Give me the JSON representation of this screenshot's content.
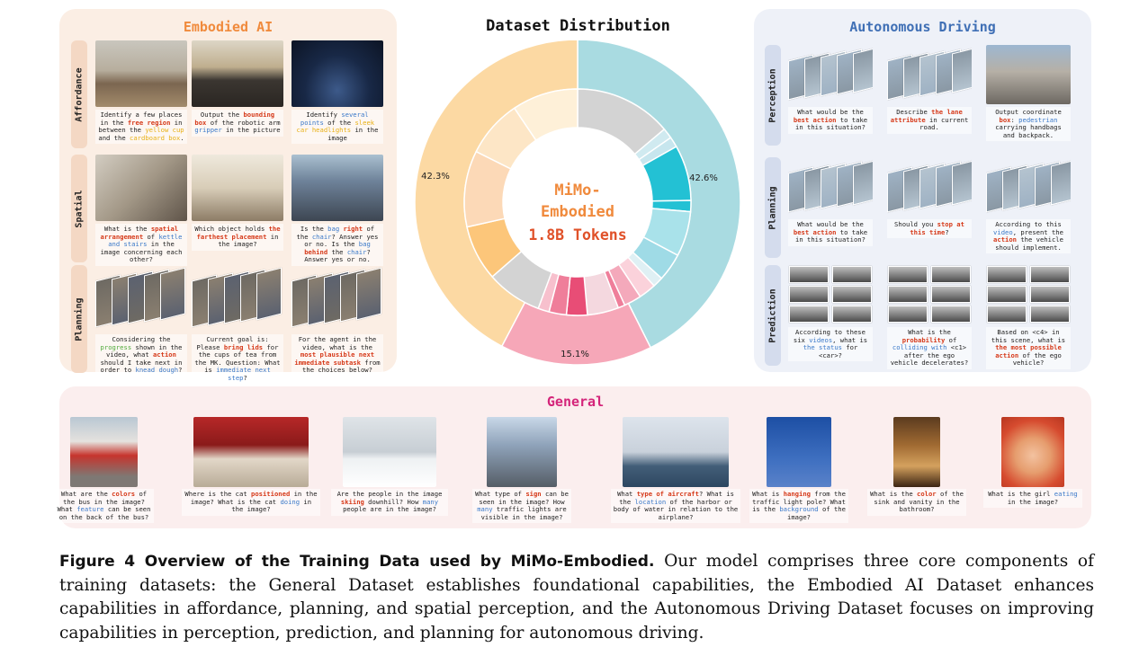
{
  "embodied": {
    "title": "Embodied AI",
    "rows": [
      {
        "label": "Affordance",
        "items": [
          {
            "thumb": "kitchen-table-photo",
            "caption": [
              {
                "t": "Identify a few places in the "
              },
              {
                "t": "free region",
                "c": "red"
              },
              {
                "t": " in between the "
              },
              {
                "t": "yellow cup",
                "c": "yel"
              },
              {
                "t": " and the "
              },
              {
                "t": "cardboard box",
                "c": "yel"
              },
              {
                "t": "."
              }
            ]
          },
          {
            "thumb": "stove-robot-photo",
            "caption": [
              {
                "t": "Output the "
              },
              {
                "t": "bounding box",
                "c": "red"
              },
              {
                "t": " of the robotic arm "
              },
              {
                "t": "gripper",
                "c": "blue"
              },
              {
                "t": " in the picture"
              }
            ]
          },
          {
            "thumb": "car-photo",
            "caption": [
              {
                "t": "Identify "
              },
              {
                "t": "several points",
                "c": "blue"
              },
              {
                "t": " of the "
              },
              {
                "t": "sleek car headlights",
                "c": "yel"
              },
              {
                "t": " in the image"
              }
            ]
          }
        ]
      },
      {
        "label": "Spatial",
        "items": [
          {
            "thumb": "room-kettle-photo",
            "caption": [
              {
                "t": "What is the "
              },
              {
                "t": "spatial arrangement",
                "c": "red"
              },
              {
                "t": " of "
              },
              {
                "t": "kettle and stairs",
                "c": "blue"
              },
              {
                "t": " in the image concerning each other?"
              }
            ]
          },
          {
            "thumb": "bedroom-photo",
            "caption": [
              {
                "t": "Which object holds "
              },
              {
                "t": "the farthest placement",
                "c": "red"
              },
              {
                "t": " in the image?"
              }
            ]
          },
          {
            "thumb": "office-photo",
            "caption": [
              {
                "t": "Is the "
              },
              {
                "t": "bag",
                "c": "blue"
              },
              {
                "t": " "
              },
              {
                "t": "right",
                "c": "red"
              },
              {
                "t": " of the "
              },
              {
                "t": "chair",
                "c": "blue"
              },
              {
                "t": "? Answer yes or no. Is the "
              },
              {
                "t": "bag",
                "c": "blue"
              },
              {
                "t": " "
              },
              {
                "t": "behind",
                "c": "red"
              },
              {
                "t": " the "
              },
              {
                "t": "chair",
                "c": "blue"
              },
              {
                "t": "? Answer yes or no."
              }
            ]
          }
        ]
      },
      {
        "label": "Planning",
        "items": [
          {
            "thumb": "video-frames",
            "caption": [
              {
                "t": "Considering the "
              },
              {
                "t": "progress",
                "c": "grn"
              },
              {
                "t": " shown in the video, what "
              },
              {
                "t": "action",
                "c": "red"
              },
              {
                "t": " should I take next in order to "
              },
              {
                "t": "knead dough",
                "c": "blue"
              },
              {
                "t": "?"
              }
            ]
          },
          {
            "thumb": "video-frames",
            "caption": [
              {
                "t": "Current goal is: Please "
              },
              {
                "t": "bring lids",
                "c": "red"
              },
              {
                "t": " for the cups of tea from the MK. Question: What is "
              },
              {
                "t": "immediate next step",
                "c": "blue"
              },
              {
                "t": "?"
              }
            ]
          },
          {
            "thumb": "video-frames",
            "caption": [
              {
                "t": "For the agent in the video, what is the "
              },
              {
                "t": "most plausible next immediate subtask",
                "c": "red"
              },
              {
                "t": " from the choices below?"
              }
            ]
          }
        ]
      }
    ]
  },
  "driving": {
    "title": "Autonomous Driving",
    "rows": [
      {
        "label": "Perception",
        "items": [
          {
            "thumb": "road-frames",
            "caption": [
              {
                "t": "What would be the "
              },
              {
                "t": "best action",
                "c": "red"
              },
              {
                "t": " to take in this situation?"
              }
            ]
          },
          {
            "thumb": "road-frames",
            "caption": [
              {
                "t": "Describe "
              },
              {
                "t": "the lane attribute",
                "c": "red"
              },
              {
                "t": " in current road."
              }
            ]
          },
          {
            "thumb": "city-street-photo",
            "caption": [
              {
                "t": "Output coordinate "
              },
              {
                "t": "box",
                "c": "red"
              },
              {
                "t": ": "
              },
              {
                "t": "pedestrian",
                "c": "blue"
              },
              {
                "t": " carrying handbags and backpack."
              }
            ]
          }
        ]
      },
      {
        "label": "Planning",
        "items": [
          {
            "thumb": "road-frames",
            "caption": [
              {
                "t": "What would be the "
              },
              {
                "t": "best action",
                "c": "red"
              },
              {
                "t": " to take in this situation?"
              }
            ]
          },
          {
            "thumb": "road-frames",
            "caption": [
              {
                "t": "Should you "
              },
              {
                "t": "stop at this time",
                "c": "red"
              },
              {
                "t": "?"
              }
            ]
          },
          {
            "thumb": "road-frames",
            "caption": [
              {
                "t": "According to this "
              },
              {
                "t": "video",
                "c": "blue"
              },
              {
                "t": ", present the "
              },
              {
                "t": "action",
                "c": "red"
              },
              {
                "t": " the vehicle should implement."
              }
            ]
          }
        ]
      },
      {
        "label": "Prediction",
        "items": [
          {
            "thumb": "six-grid",
            "caption": [
              {
                "t": "According to these six "
              },
              {
                "t": "videos",
                "c": "blue"
              },
              {
                "t": ", what is "
              },
              {
                "t": "the status",
                "c": "blue"
              },
              {
                "t": " for <car>?"
              }
            ]
          },
          {
            "thumb": "six-grid",
            "caption": [
              {
                "t": "What is the "
              },
              {
                "t": "probability",
                "c": "red"
              },
              {
                "t": " of "
              },
              {
                "t": "colliding with",
                "c": "blue"
              },
              {
                "t": " <c1> after the ego vehicle decelerates?"
              }
            ]
          },
          {
            "thumb": "six-grid",
            "caption": [
              {
                "t": "Based on <c4> in this scene, what is "
              },
              {
                "t": "the most possible action",
                "c": "red"
              },
              {
                "t": " of the ego vehicle?"
              }
            ]
          }
        ]
      }
    ]
  },
  "general": {
    "title": "General",
    "items": [
      {
        "thumb": "bus-photo",
        "caption": [
          {
            "t": "What are the "
          },
          {
            "t": "colors",
            "c": "red"
          },
          {
            "t": " of the bus in the image? What "
          },
          {
            "t": "feature",
            "c": "blue"
          },
          {
            "t": " can be seen on the back of the bus?"
          }
        ]
      },
      {
        "thumb": "cat-room-photo",
        "caption": [
          {
            "t": "Where is the cat "
          },
          {
            "t": "positioned",
            "c": "red"
          },
          {
            "t": " in the image? What is the cat "
          },
          {
            "t": "doing",
            "c": "blue"
          },
          {
            "t": " in the image?"
          }
        ]
      },
      {
        "thumb": "skiing-photo",
        "caption": [
          {
            "t": "Are the people in the image "
          },
          {
            "t": "skiing",
            "c": "red"
          },
          {
            "t": " downhill? How "
          },
          {
            "t": "many",
            "c": "blue"
          },
          {
            "t": " people are in the image?"
          }
        ]
      },
      {
        "thumb": "traffic-photo",
        "caption": [
          {
            "t": "What type of "
          },
          {
            "t": "sign",
            "c": "red"
          },
          {
            "t": " can be seen in the image? How "
          },
          {
            "t": "many",
            "c": "blue"
          },
          {
            "t": " traffic lights are visible in the image?"
          }
        ]
      },
      {
        "thumb": "airplane-photo",
        "caption": [
          {
            "t": "What "
          },
          {
            "t": "type of aircraft",
            "c": "red"
          },
          {
            "t": "? What is the "
          },
          {
            "t": "location",
            "c": "blue"
          },
          {
            "t": " of the harbor or body of water in relation to the airplane?"
          }
        ]
      },
      {
        "thumb": "street-sign-photo",
        "caption": [
          {
            "t": "What is "
          },
          {
            "t": "hanging",
            "c": "red"
          },
          {
            "t": " from the traffic light pole? What is the "
          },
          {
            "t": "background",
            "c": "blue"
          },
          {
            "t": " of the image?"
          }
        ]
      },
      {
        "thumb": "bathroom-photo",
        "caption": [
          {
            "t": "What is the "
          },
          {
            "t": "color",
            "c": "red"
          },
          {
            "t": " of the sink and vanity in the bathroom?"
          }
        ]
      },
      {
        "thumb": "girl-photo",
        "caption": [
          {
            "t": "What is the girl "
          },
          {
            "t": "eating",
            "c": "blue"
          },
          {
            "t": " in the image?"
          }
        ]
      }
    ]
  },
  "chart_data": {
    "type": "pie",
    "title": "Dataset Distribution",
    "center_label": [
      "MiMo-",
      "Embodied",
      "1.8B Tokens"
    ],
    "outer_ring": [
      {
        "name": "Autonomous Driving",
        "label": "42.6%",
        "value": 42.6,
        "color": "#a9dbe1"
      },
      {
        "name": "General",
        "label": "15.1%",
        "value": 15.1,
        "color": "#f6a7b8"
      },
      {
        "name": "Embodied AI",
        "label": "42.3%",
        "value": 42.3,
        "color": "#fcd9a3"
      }
    ],
    "inner_ring": [
      {
        "value": 14.0,
        "color": "#d3d3d3"
      },
      {
        "value": 1.5,
        "color": "#d0eaf0"
      },
      {
        "value": 1.5,
        "color": "#c7e6ee"
      },
      {
        "value": 8.0,
        "color": "#23c1d4"
      },
      {
        "value": 1.6,
        "color": "#23c1d4"
      },
      {
        "value": 6.5,
        "color": "#a9e2ea"
      },
      {
        "value": 4.0,
        "color": "#9fdbe6"
      },
      {
        "value": 1.5,
        "color": "#dff0f4"
      },
      {
        "value": 2.5,
        "color": "#fbd2db"
      },
      {
        "value": 2.5,
        "color": "#f4a9bb"
      },
      {
        "value": 1.0,
        "color": "#ef7e9a"
      },
      {
        "value": 4.5,
        "color": "#f4d8df"
      },
      {
        "value": 3.0,
        "color": "#e84d76"
      },
      {
        "value": 2.5,
        "color": "#ef7e9a"
      },
      {
        "value": 1.6,
        "color": "#f7c0cd"
      },
      {
        "value": 8.0,
        "color": "#d3d3d3"
      },
      {
        "value": 8.0,
        "color": "#fcc67a"
      },
      {
        "value": 11.0,
        "color": "#fcd9b7"
      },
      {
        "value": 8.3,
        "color": "#fde6c6"
      },
      {
        "value": 9.5,
        "color": "#fef0d8"
      }
    ]
  },
  "caption": {
    "figure_label": "Figure 4  Overview of the Training Data used by MiMo-Embodied.",
    "body": "Our model comprises three core components of training datasets: the General Dataset establishes foundational capabilities, the Embodied AI Dataset enhances capabilities in affordance, planning, and spatial perception, and the Autonomous Driving Dataset focuses on improving capabilities in perception, prediction, and planning for autonomous driving."
  }
}
